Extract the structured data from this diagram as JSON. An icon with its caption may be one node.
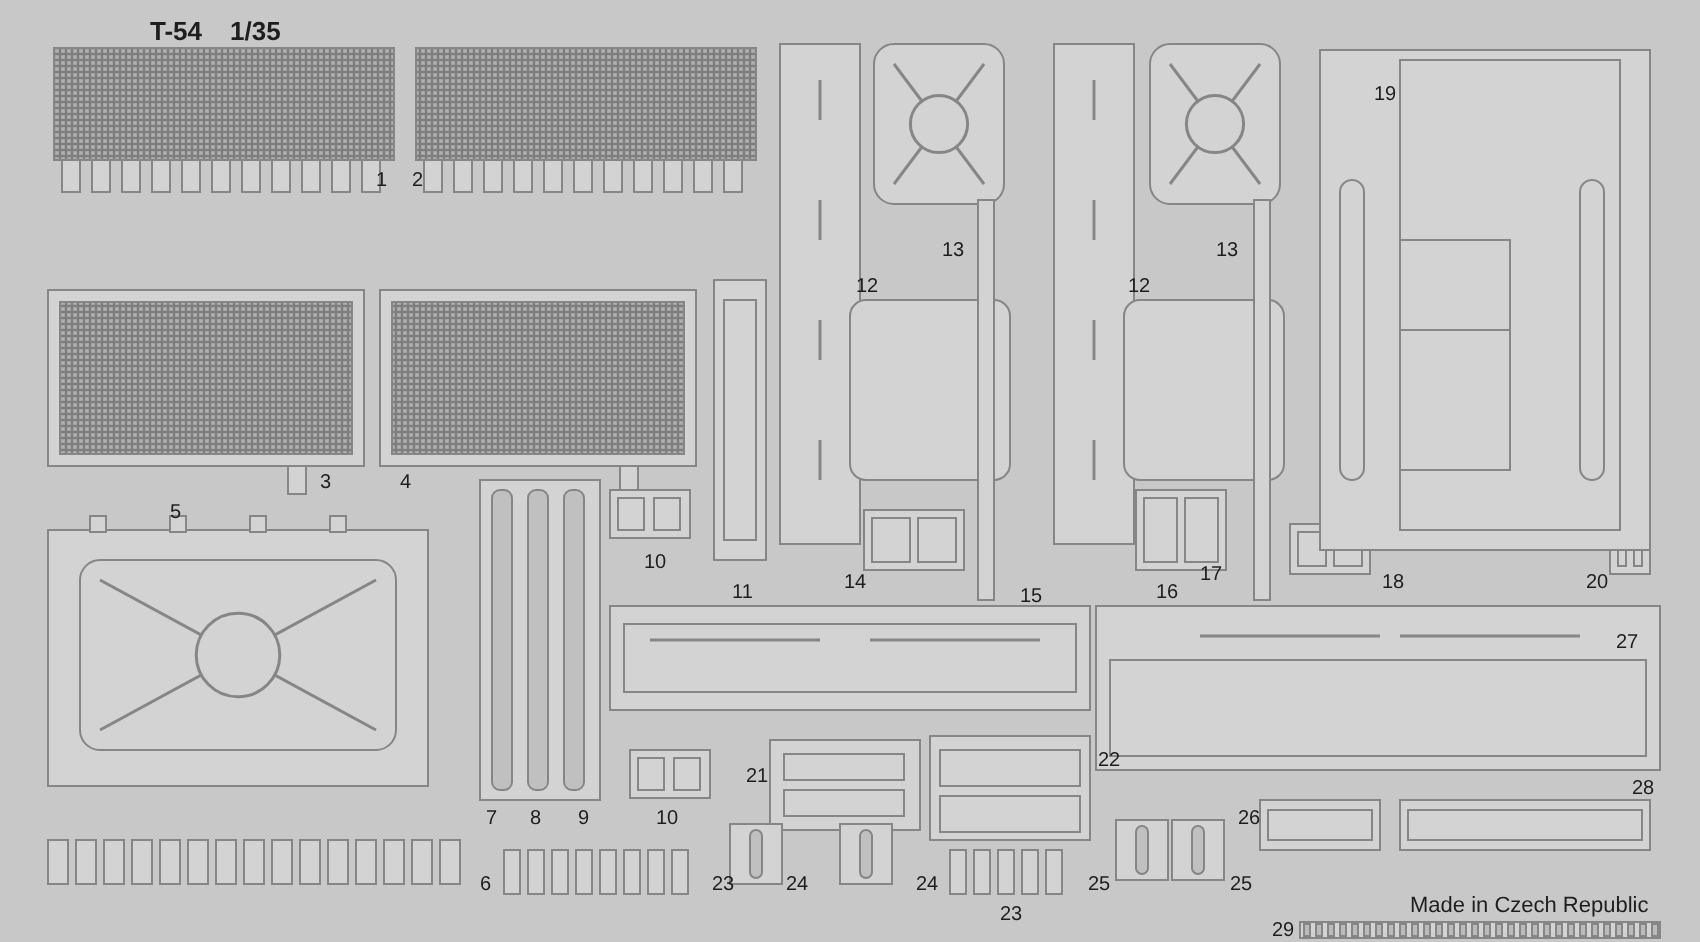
{
  "diagram": {
    "labels": [
      "T-54",
      "1/35",
      "19",
      "1",
      "2",
      "13",
      "13",
      "12",
      "12",
      "3",
      "4",
      "5",
      "10",
      "11",
      "14",
      "17",
      "16",
      "18",
      "20",
      "15",
      "27",
      "21",
      "22",
      "7",
      "8",
      "9",
      "10",
      "26",
      "28",
      "6",
      "23",
      "24",
      "24",
      "25",
      "25",
      "23",
      "29",
      "Made in Czech Republic"
    ]
  }
}
